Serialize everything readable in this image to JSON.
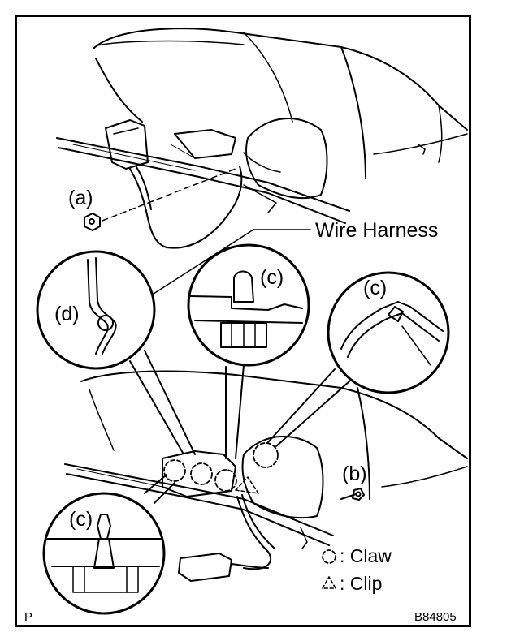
{
  "callouts": {
    "a": "(a)",
    "b": "(b)",
    "c_left": "(c)",
    "c_top": "(c)",
    "c_right": "(c)",
    "d": "(d)"
  },
  "wire_harness": "Wire Harness",
  "legend": {
    "claw": ": Claw",
    "clip": ": Clip"
  },
  "corner_code": "P",
  "figure_id": "B84805"
}
